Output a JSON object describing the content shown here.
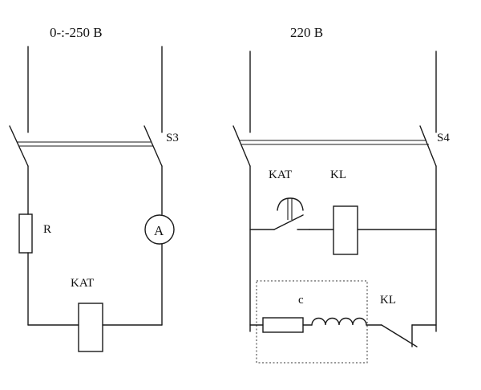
{
  "left_circuit": {
    "voltage_label": "0-:-250 В",
    "switch_label": "S3",
    "resistor_label": "R",
    "ammeter_symbol": "A",
    "coil_label": "KAT"
  },
  "right_circuit": {
    "voltage_label": "220 В",
    "switch_label": "S4",
    "contact_label": "KAT",
    "relay_label": "KL",
    "capacitor_label": "c",
    "relay_contact_label": "KL"
  }
}
